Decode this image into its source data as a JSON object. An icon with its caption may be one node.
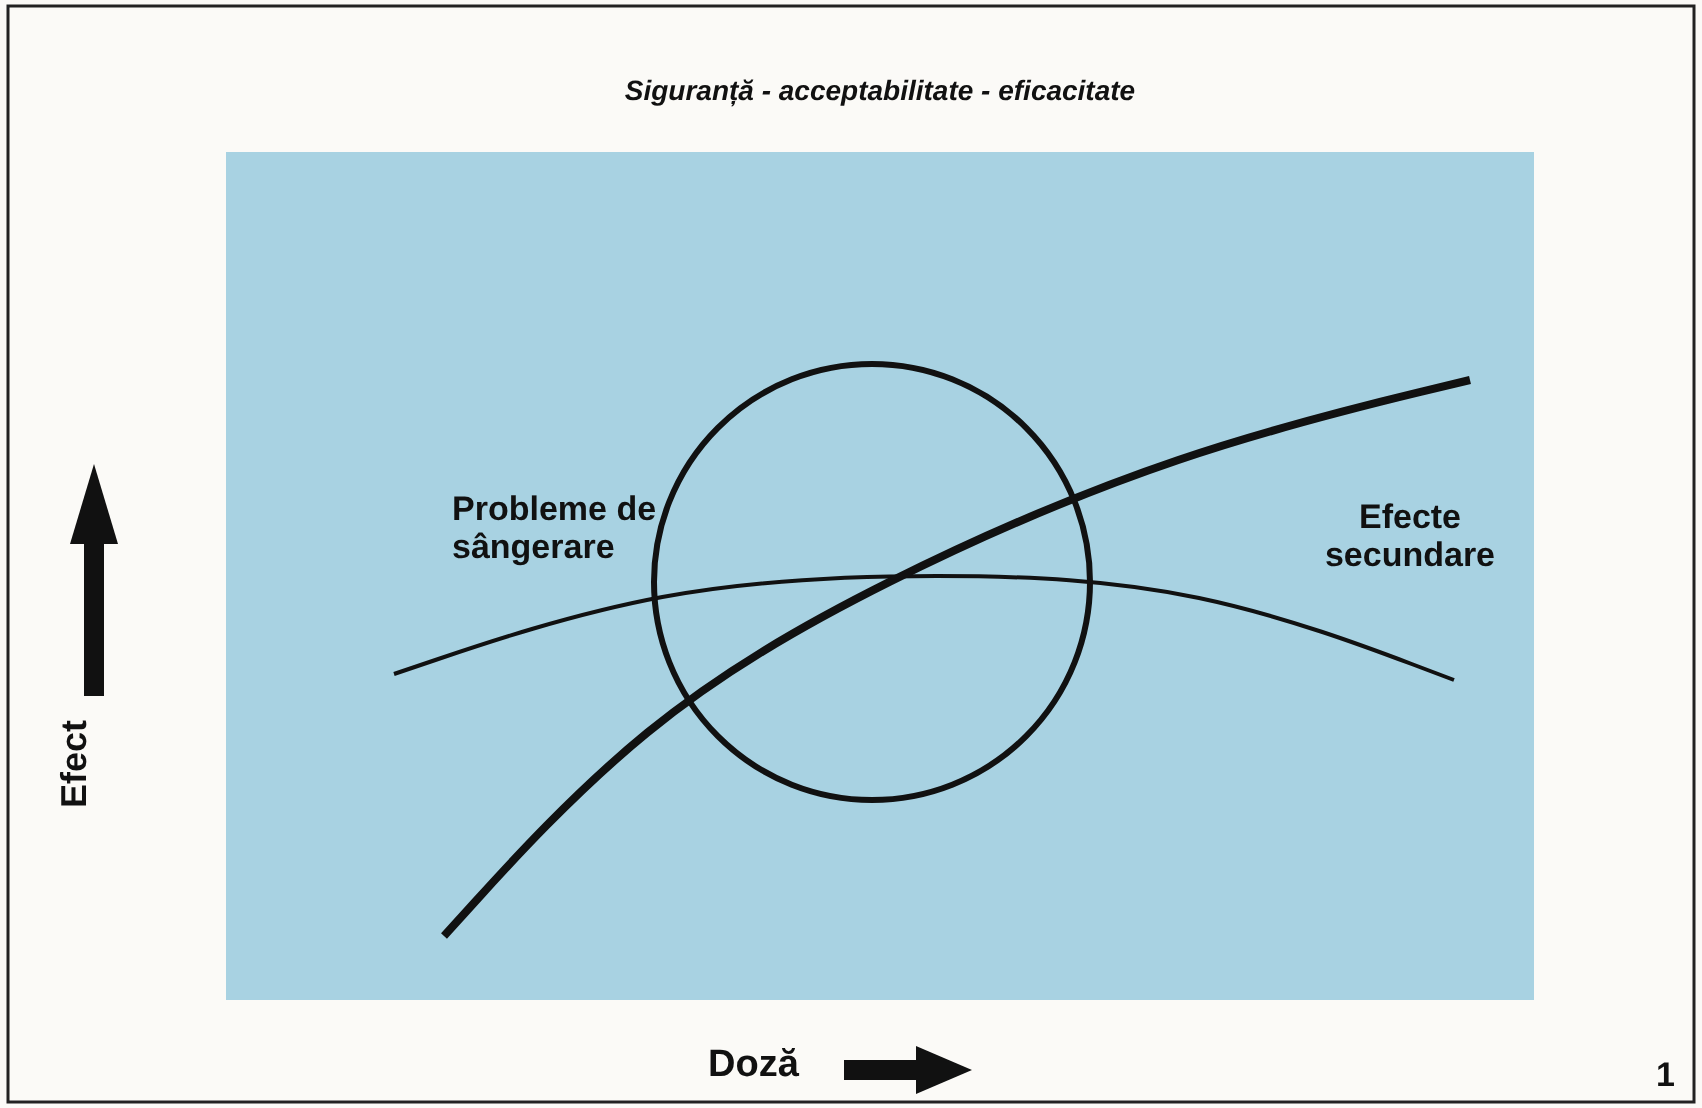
{
  "diagram": {
    "title": "Siguranță - acceptabilitate - eficacitate",
    "labels": [
      "Probleme de sângerare",
      "Efecte secundare",
      "Efect",
      "Doză",
      "1"
    ]
  }
}
